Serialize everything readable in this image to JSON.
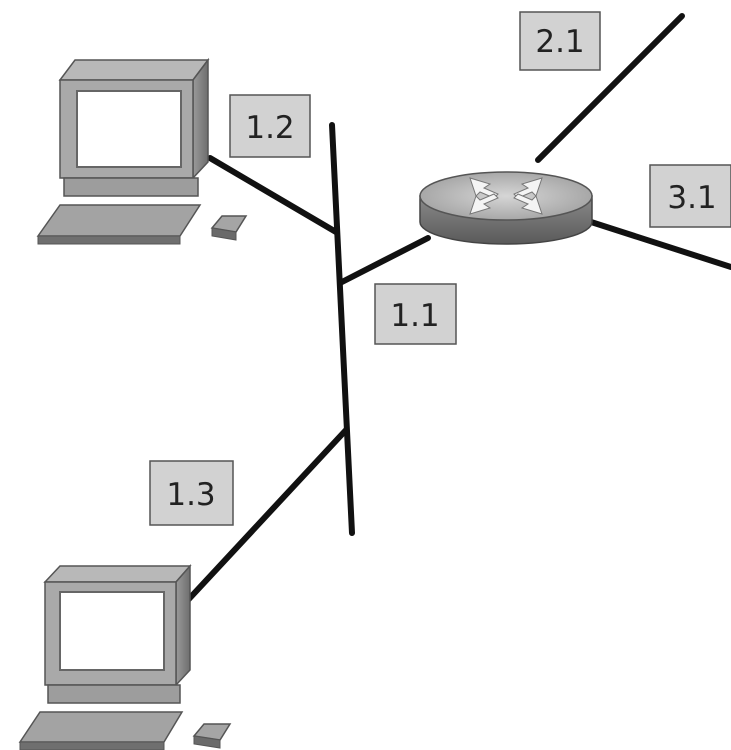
{
  "diagram": {
    "labels": {
      "router_port_2": "2.1",
      "router_port_3": "3.1",
      "host_top": "1.2",
      "router_port_1": "1.1",
      "host_bottom": "1.3"
    }
  }
}
